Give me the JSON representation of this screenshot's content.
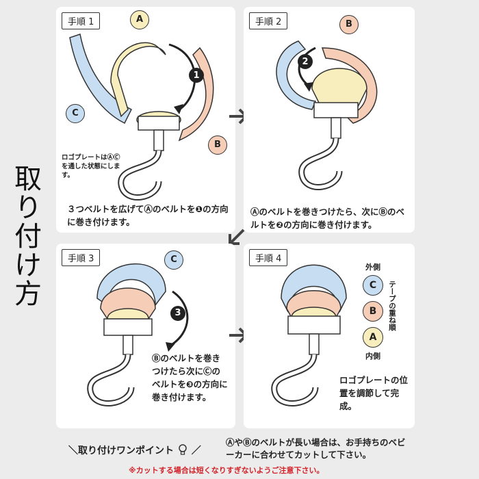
{
  "title": "取り付け方",
  "steps": [
    {
      "label": "手順 1",
      "belt_labels": [
        "A",
        "C",
        "B"
      ],
      "arrow_number": "1",
      "note": "ロゴプレートはⒶⒸを通した状態にします。",
      "caption": "３つベルトを広げてⒶのベルトを❶の方向に巻き付けます。"
    },
    {
      "label": "手順 2",
      "belt_labels": [
        "B"
      ],
      "arrow_number": "2",
      "caption": "Ⓐのベルトを巻きつけたら、次にⒷのベルトを❷の方向に巻き付けます。"
    },
    {
      "label": "手順 3",
      "belt_labels": [
        "C"
      ],
      "arrow_number": "3",
      "caption": "Ⓑのベルトを巻きつけたら次にⒸのベルトを❸の方向に巻き付けます。"
    },
    {
      "label": "手順 4",
      "outer_label": "外側",
      "inner_label": "内側",
      "order_label": "テープの重ね順",
      "order": [
        "C",
        "B",
        "A"
      ],
      "caption": "ロゴプレートの位置を調節して完成。"
    }
  ],
  "footer": {
    "tip_title": "＼取り付けワンポイント",
    "tip_text": "ⒶやⒷのベルトが長い場合は、お手持ちのベビーカーに合わせてカットして下さい。",
    "warning": "※カットする場合は短くなりすぎないようご注意下さい。"
  },
  "colors": {
    "belt_a": "#f8eebd",
    "belt_b": "#f6cdb7",
    "belt_c": "#c7ddf1",
    "arrow_badge": "#222222",
    "warning": "#d2232a"
  }
}
